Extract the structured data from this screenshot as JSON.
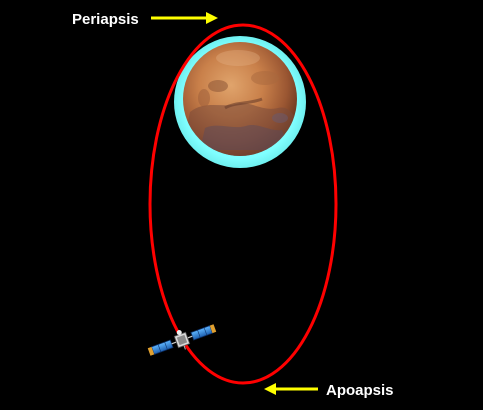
{
  "labels": {
    "periapsis": "Periapsis",
    "apoapsis": "Apoapsis"
  },
  "colors": {
    "background": "#000000",
    "orbit": "#ff0000",
    "arrow": "#ffff00",
    "label": "#ffffff",
    "atmosphere": "#80ffff",
    "planet": "#c47a44"
  },
  "objects": {
    "planet": "mars",
    "spacecraft": "satellite-icon"
  }
}
